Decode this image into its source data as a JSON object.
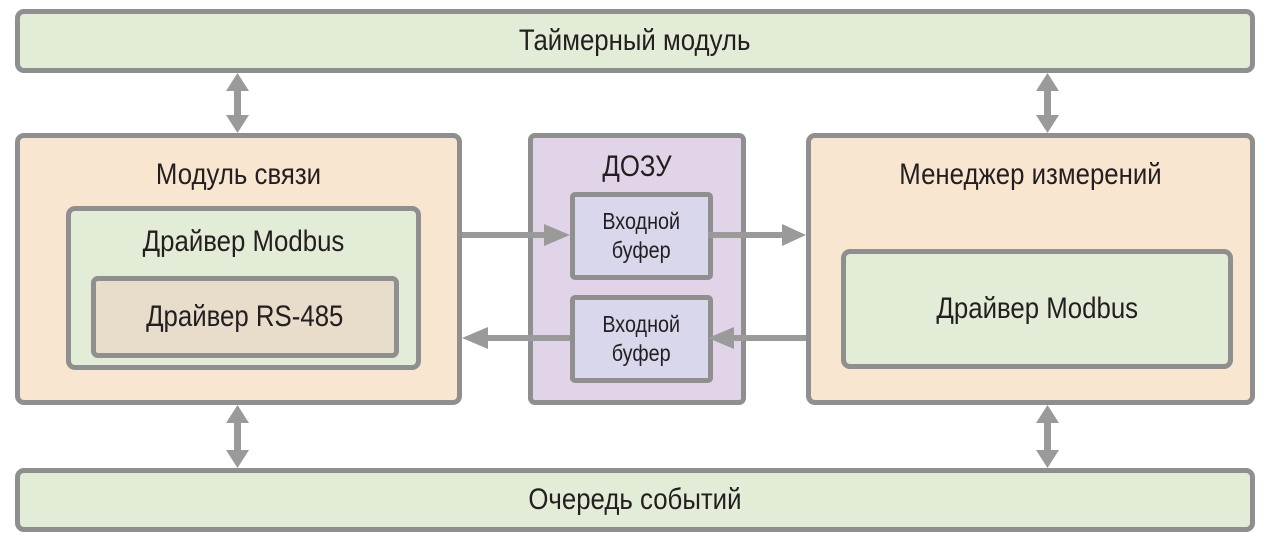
{
  "diagram": {
    "timer_module": "Таймерный модуль",
    "event_queue": "Очередь событий",
    "comm_module": {
      "title": "Модуль связи",
      "modbus_driver": "Драйвер Modbus",
      "rs485_driver": "Драйвер RS-485"
    },
    "ram": {
      "title": "ДОЗУ",
      "buffer_top": [
        "Входной",
        "буфер"
      ],
      "buffer_bottom": [
        "Входной",
        "буфер"
      ]
    },
    "measurement_manager": {
      "title": "Менеджер измерений",
      "modbus_driver": "Драйвер Modbus"
    }
  },
  "colors": {
    "border": "#8f8f8f",
    "bar_fill": "#e3ecd6",
    "module_fill": "#f8e6d0",
    "ram_fill": "#e2d4e8",
    "driver_fill": "#e3ecd6",
    "rs485_fill": "#e8dccb",
    "buffer_fill": "#d8d7ec",
    "arrow": "#9a9a9a"
  }
}
